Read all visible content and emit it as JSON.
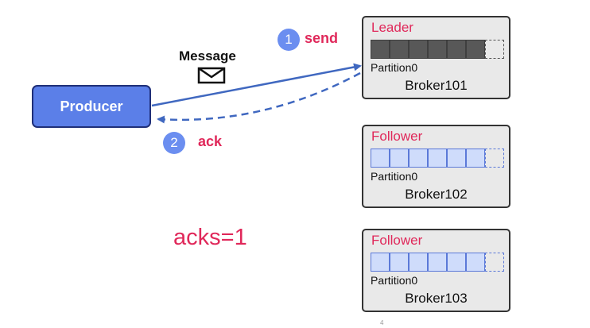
{
  "producer": {
    "label": "Producer"
  },
  "message": {
    "label": "Message",
    "icon": "envelope-icon"
  },
  "steps": [
    {
      "number": "1",
      "label": "send"
    },
    {
      "number": "2",
      "label": "ack"
    }
  ],
  "acks_label": "acks=1",
  "brokers": [
    {
      "role": "Leader",
      "partition": "Partition0",
      "name": "Broker101",
      "filled_cells": 6,
      "total_cells": 7
    },
    {
      "role": "Follower",
      "partition": "Partition0",
      "name": "Broker102",
      "filled_cells": 6,
      "total_cells": 7
    },
    {
      "role": "Follower",
      "partition": "Partition0",
      "name": "Broker103",
      "filled_cells": 6,
      "total_cells": 7
    }
  ],
  "page_number": "4",
  "colors": {
    "accent_red": "#e0285a",
    "producer_fill": "#5b7fe8",
    "arrow": "#4068c0",
    "leader_cell": "#585858",
    "follower_cell": "#cfdcfb"
  }
}
